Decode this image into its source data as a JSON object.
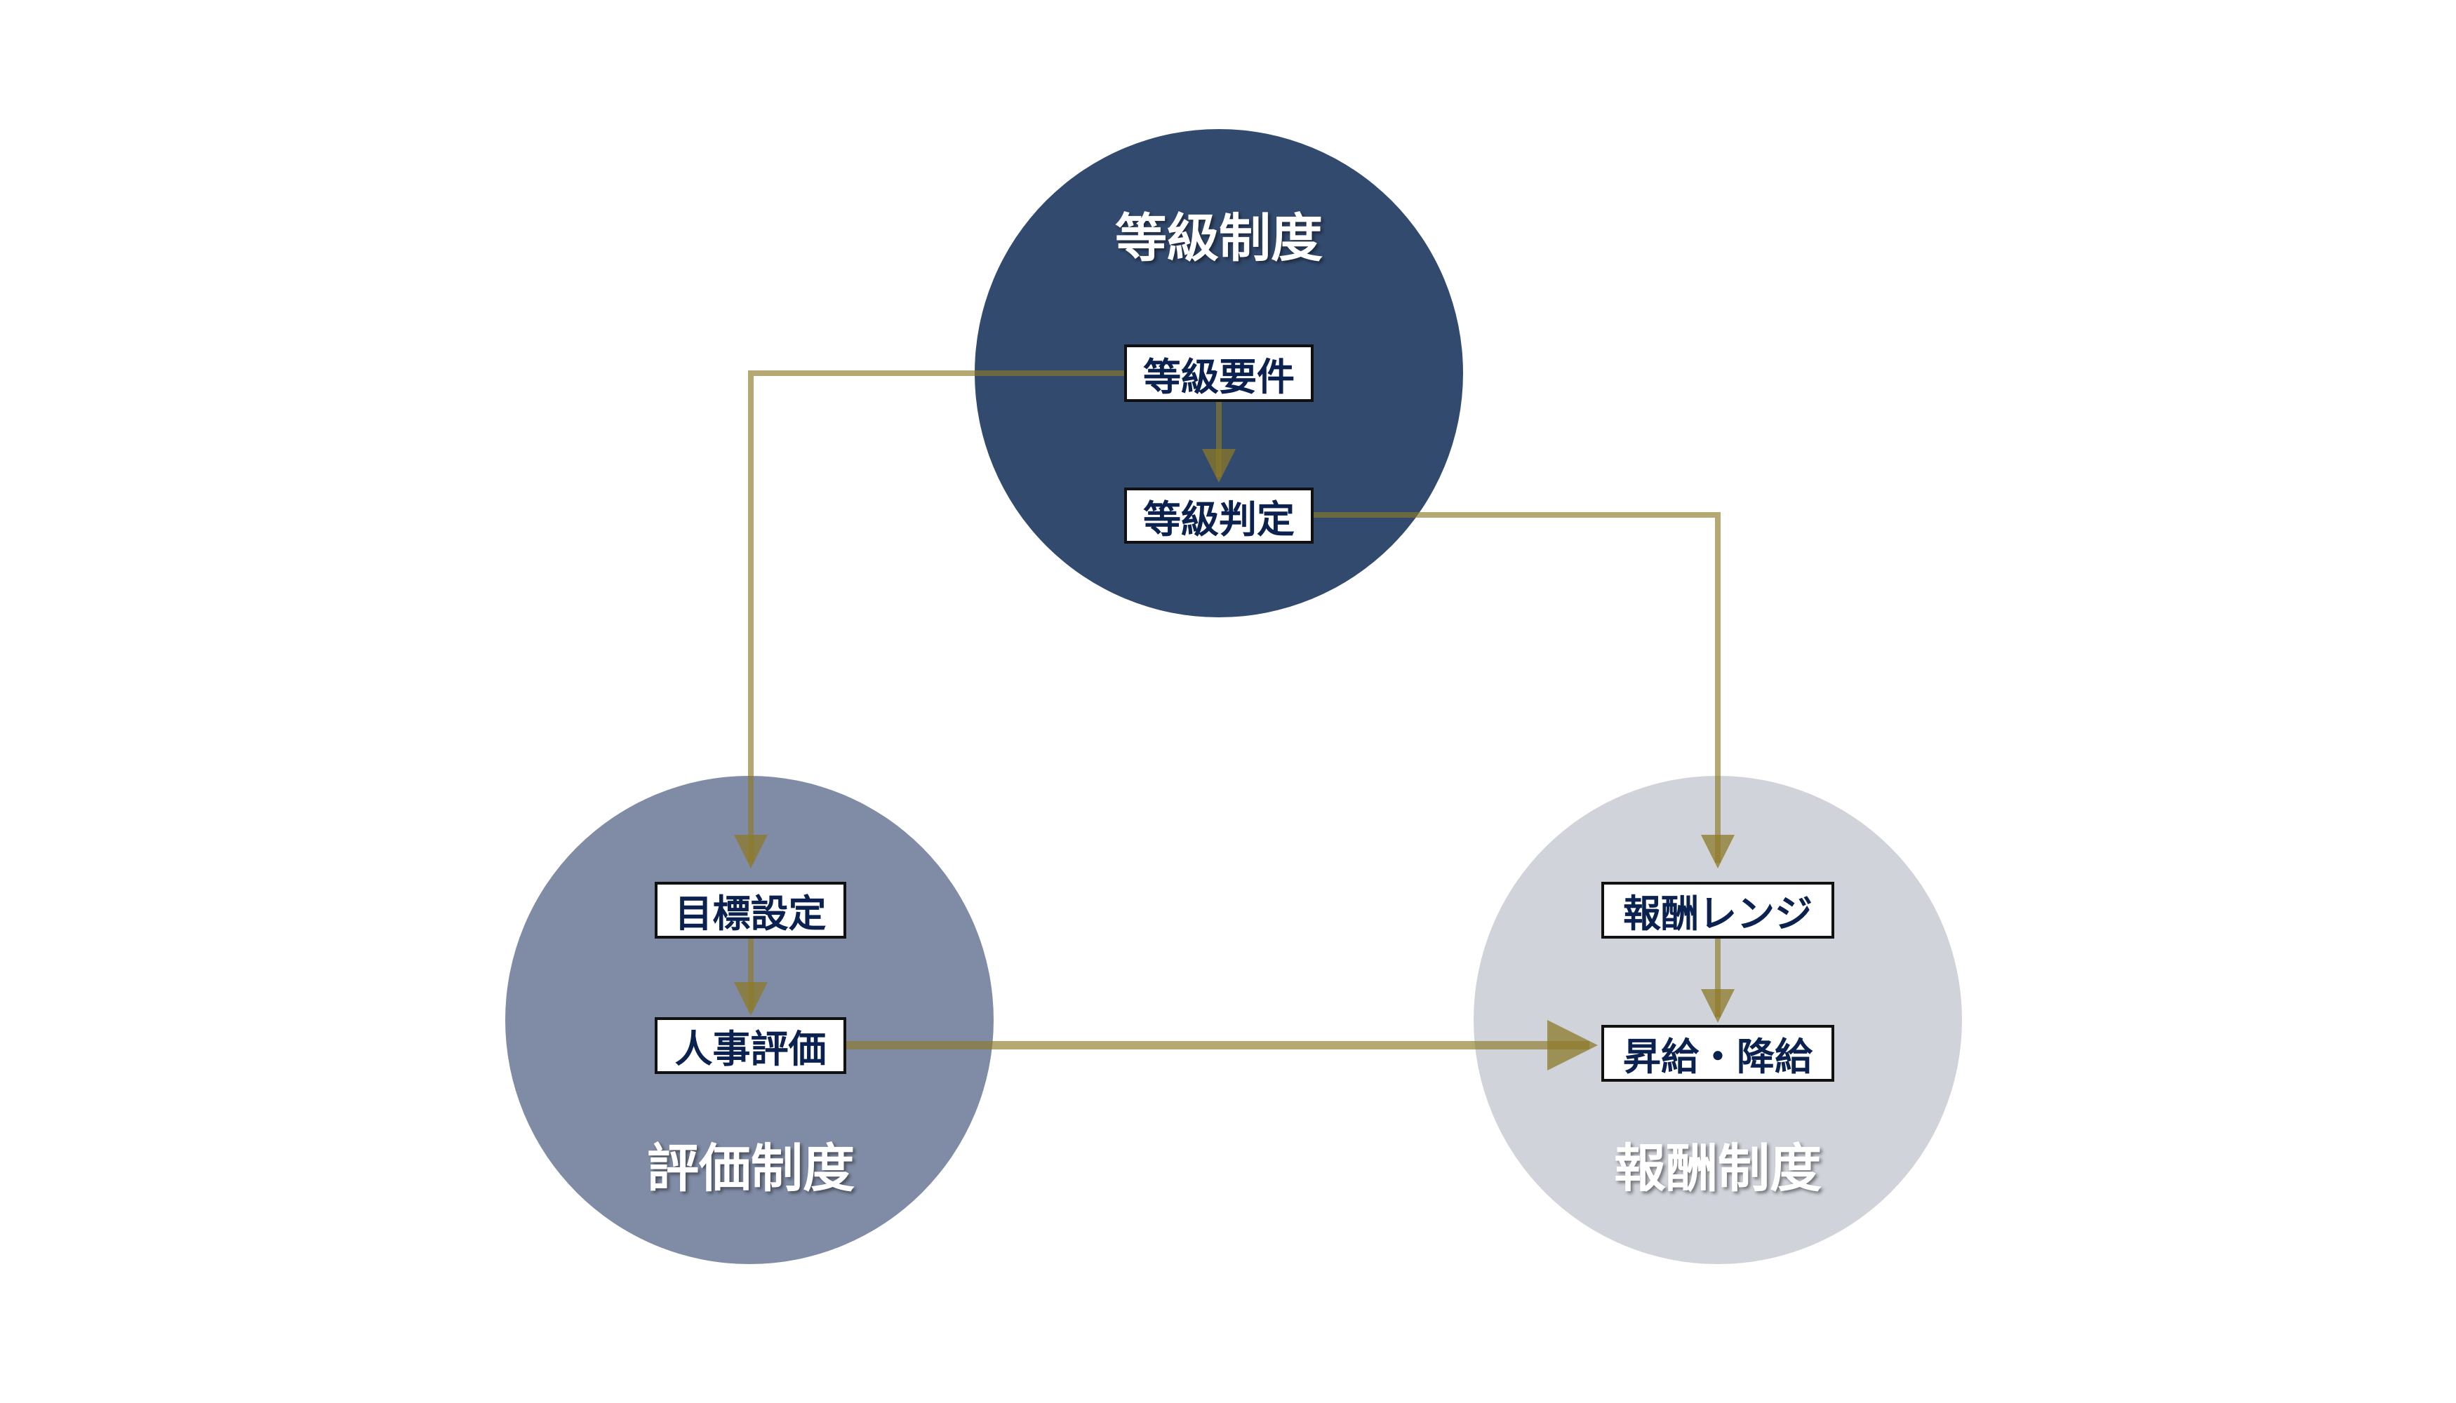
{
  "colors": {
    "grade": "#324a6e",
    "evaluation": "#808ca5",
    "compensation": "#d0d3da",
    "arrow": "#9a8a3c",
    "box_text": "#0b2150"
  },
  "grade_system": {
    "title": "等級制度",
    "items": [
      "等級要件",
      "等級判定"
    ]
  },
  "evaluation_system": {
    "title": "評価制度",
    "items": [
      "目標設定",
      "人事評価"
    ]
  },
  "compensation_system": {
    "title": "報酬制度",
    "items": [
      "報酬レンジ",
      "昇給・降給"
    ]
  }
}
